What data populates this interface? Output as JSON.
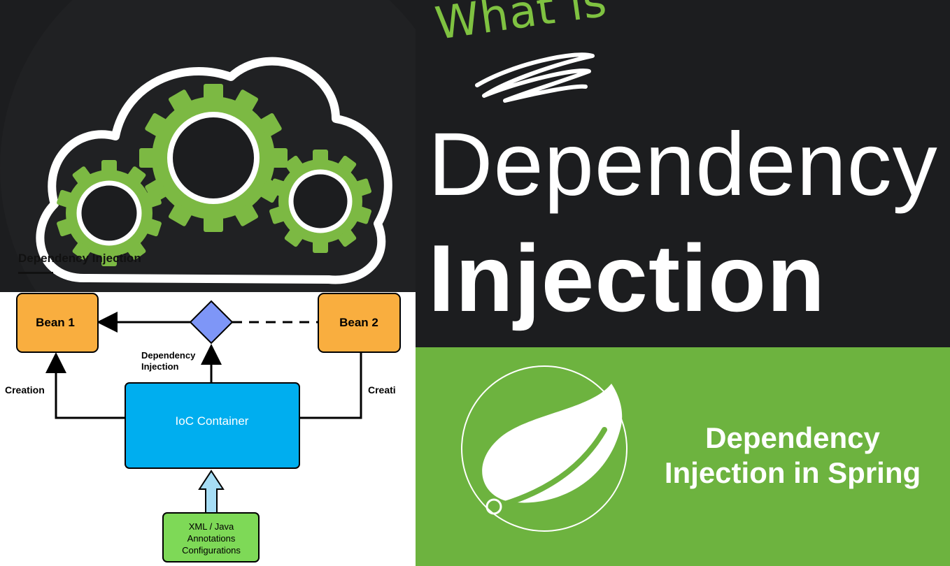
{
  "title_panel": {
    "what_is": "What is",
    "line1": "Dependency",
    "line2": "Injection"
  },
  "cloud_panel": {
    "icon": "cloud-gears-icon",
    "tab_label": "Dependency Injection"
  },
  "spring_panel": {
    "logo": "spring-leaf-icon",
    "line1": "Dependency",
    "line2": "Injection in Spring"
  },
  "diagram": {
    "bean1": "Bean 1",
    "bean2": "Bean 2",
    "container": "IoC Container",
    "edge_injection_1": "Dependency",
    "edge_injection_2": "Injection",
    "creation_left": "Creation",
    "creation_right": "Creati",
    "config_1": "XML / Java",
    "config_2": "Annotations",
    "config_3": "Configurations"
  },
  "colors": {
    "dark_bg": "#1c1d1f",
    "spring_green": "#6db33f",
    "gear_green": "#7cb943",
    "bean_orange": "#f9ae3f",
    "container_blue": "#00aeef",
    "config_green": "#7ed957",
    "diamond_blue": "#7e96f7"
  }
}
